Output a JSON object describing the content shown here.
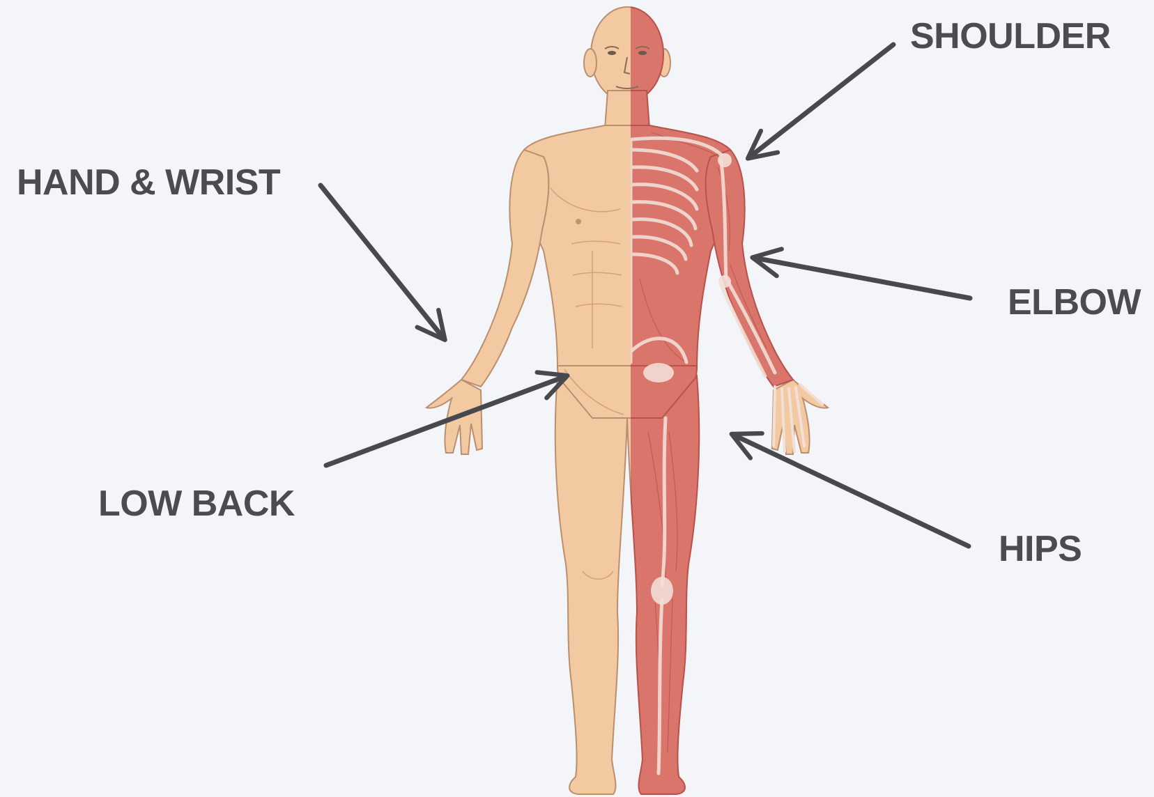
{
  "colors": {
    "background": "#f3f5f9",
    "label_text": "#4a4c51",
    "arrow": "#47494e",
    "skin": "#f2c9a1",
    "skin_outline": "#b98f6e",
    "muscle": "#d9756b",
    "muscle_dark": "#b9524c",
    "bone": "#f2dfd6"
  },
  "labels": {
    "shoulder": "SHOULDER",
    "hand_wrist": "HAND & WRIST",
    "elbow": "ELBOW",
    "hips": "HIPS",
    "low_back": "LOW BACK"
  }
}
